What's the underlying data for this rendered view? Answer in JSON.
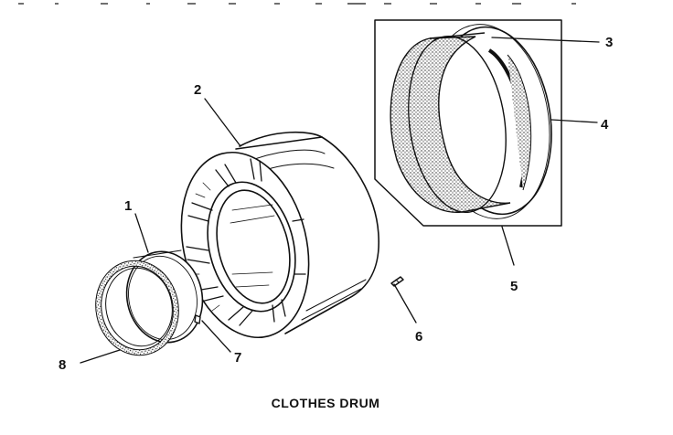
{
  "diagram": {
    "caption": "CLOTHES DRUM",
    "callouts": [
      {
        "id": "1",
        "label": "1"
      },
      {
        "id": "2",
        "label": "2"
      },
      {
        "id": "3",
        "label": "3"
      },
      {
        "id": "4",
        "label": "4"
      },
      {
        "id": "5",
        "label": "5"
      },
      {
        "id": "6",
        "label": "6"
      },
      {
        "id": "7",
        "label": "7"
      },
      {
        "id": "8",
        "label": "8"
      }
    ]
  }
}
